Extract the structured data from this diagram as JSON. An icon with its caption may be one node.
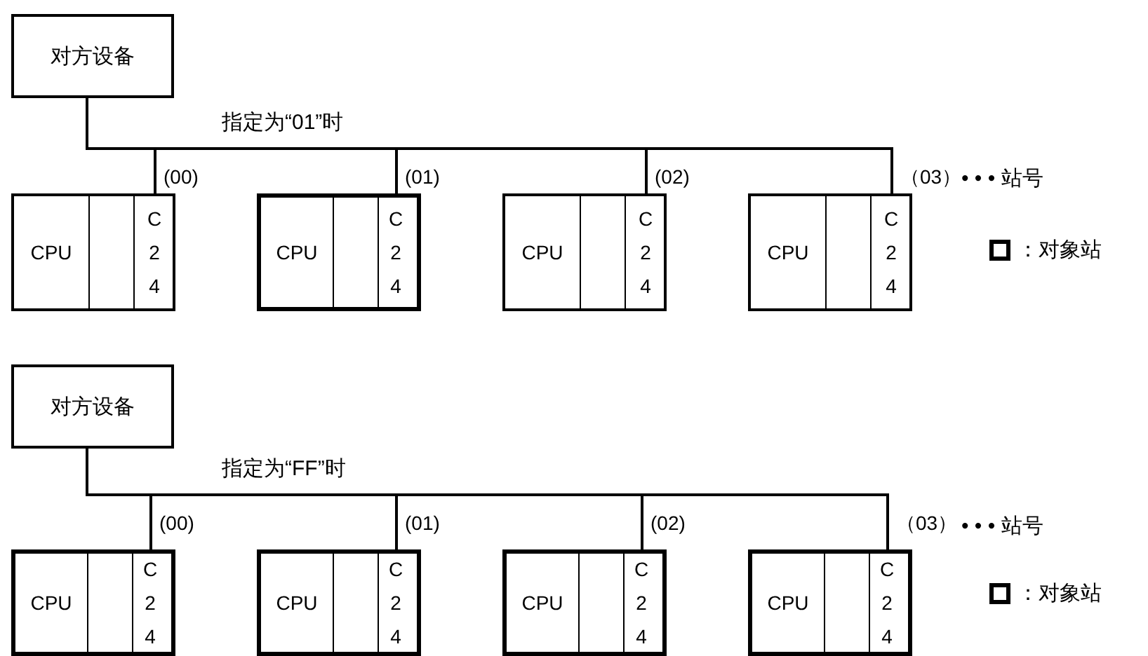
{
  "diagram": {
    "nodes": [
      {
        "text": [
          "对方设备"
        ]
      },
      {
        "text": [],
        "shape": "box"
      },
      {
        "text": [
          "CPU"
        ],
        "in": 1
      },
      {
        "text": [],
        "shape": "box",
        "in": 1
      },
      {
        "text": [
          "C 2 4"
        ],
        "in": 1
      },
      {
        "text": [],
        "shape": "box"
      },
      {
        "text": [
          "CPU"
        ],
        "in": 5
      },
      {
        "text": [],
        "shape": "box",
        "in": 5
      },
      {
        "text": [
          "C 2 4"
        ],
        "in": 5
      },
      {
        "text": [],
        "shape": "box"
      },
      {
        "text": [
          "CPU"
        ],
        "in": 9
      },
      {
        "text": [],
        "shape": "box",
        "in": 9
      },
      {
        "text": [
          "C 2 4"
        ],
        "in": 9
      },
      {
        "text": [],
        "shape": "box"
      },
      {
        "text": [
          "CPU"
        ],
        "in": 13
      },
      {
        "text": [],
        "shape": "box",
        "in": 13
      },
      {
        "text": [
          "C 2 4"
        ],
        "in": 13
      },
      {
        "text": [
          "对方设备"
        ]
      },
      {
        "text": [],
        "shape": "box"
      },
      {
        "text": [
          "CPU"
        ],
        "in": 18
      },
      {
        "text": [],
        "shape": "box",
        "in": 18
      },
      {
        "text": [
          "C 2 4"
        ],
        "in": 18
      },
      {
        "text": [],
        "shape": "box"
      },
      {
        "text": [
          "CPU"
        ],
        "in": 22
      },
      {
        "text": [],
        "shape": "box",
        "in": 22
      },
      {
        "text": [
          "C 2 4"
        ],
        "in": 22
      },
      {
        "text": [],
        "shape": "box"
      },
      {
        "text": [
          "CPU"
        ],
        "in": 26
      },
      {
        "text": [],
        "shape": "box",
        "in": 26
      },
      {
        "text": [
          "C 2 4"
        ],
        "in": 26
      },
      {
        "text": [],
        "shape": "box"
      },
      {
        "text": [
          "CPU"
        ],
        "in": 30
      },
      {
        "text": [],
        "shape": "box",
        "in": 30
      },
      {
        "text": [
          "C 2 4"
        ],
        "in": 30
      }
    ],
    "edges": [
      {
        "from": 0,
        "to": 4,
        "arrow": "none",
        "label": "(00)"
      },
      {
        "from": 0,
        "to": 8,
        "arrow": "none",
        "label": "(01)"
      },
      {
        "from": 0,
        "to": 12,
        "arrow": "none",
        "label": "(02)"
      },
      {
        "from": 0,
        "to": 16,
        "arrow": "none",
        "label": "（03）"
      },
      {
        "from": 17,
        "to": 21,
        "arrow": "none",
        "label": "(00)"
      },
      {
        "from": 17,
        "to": 25,
        "arrow": "none",
        "label": "(01)"
      },
      {
        "from": 17,
        "to": 29,
        "arrow": "none",
        "label": "(02)"
      },
      {
        "from": 17,
        "to": 33,
        "arrow": "none",
        "label": "（03）"
      }
    ],
    "labels": [
      "指定为“01”时",
      "• • • 站号",
      "指定为“FF”时",
      "• • • 站号"
    ],
    "legend": [
      {
        "text": "：对象站"
      },
      {
        "text": "：对象站"
      }
    ]
  }
}
